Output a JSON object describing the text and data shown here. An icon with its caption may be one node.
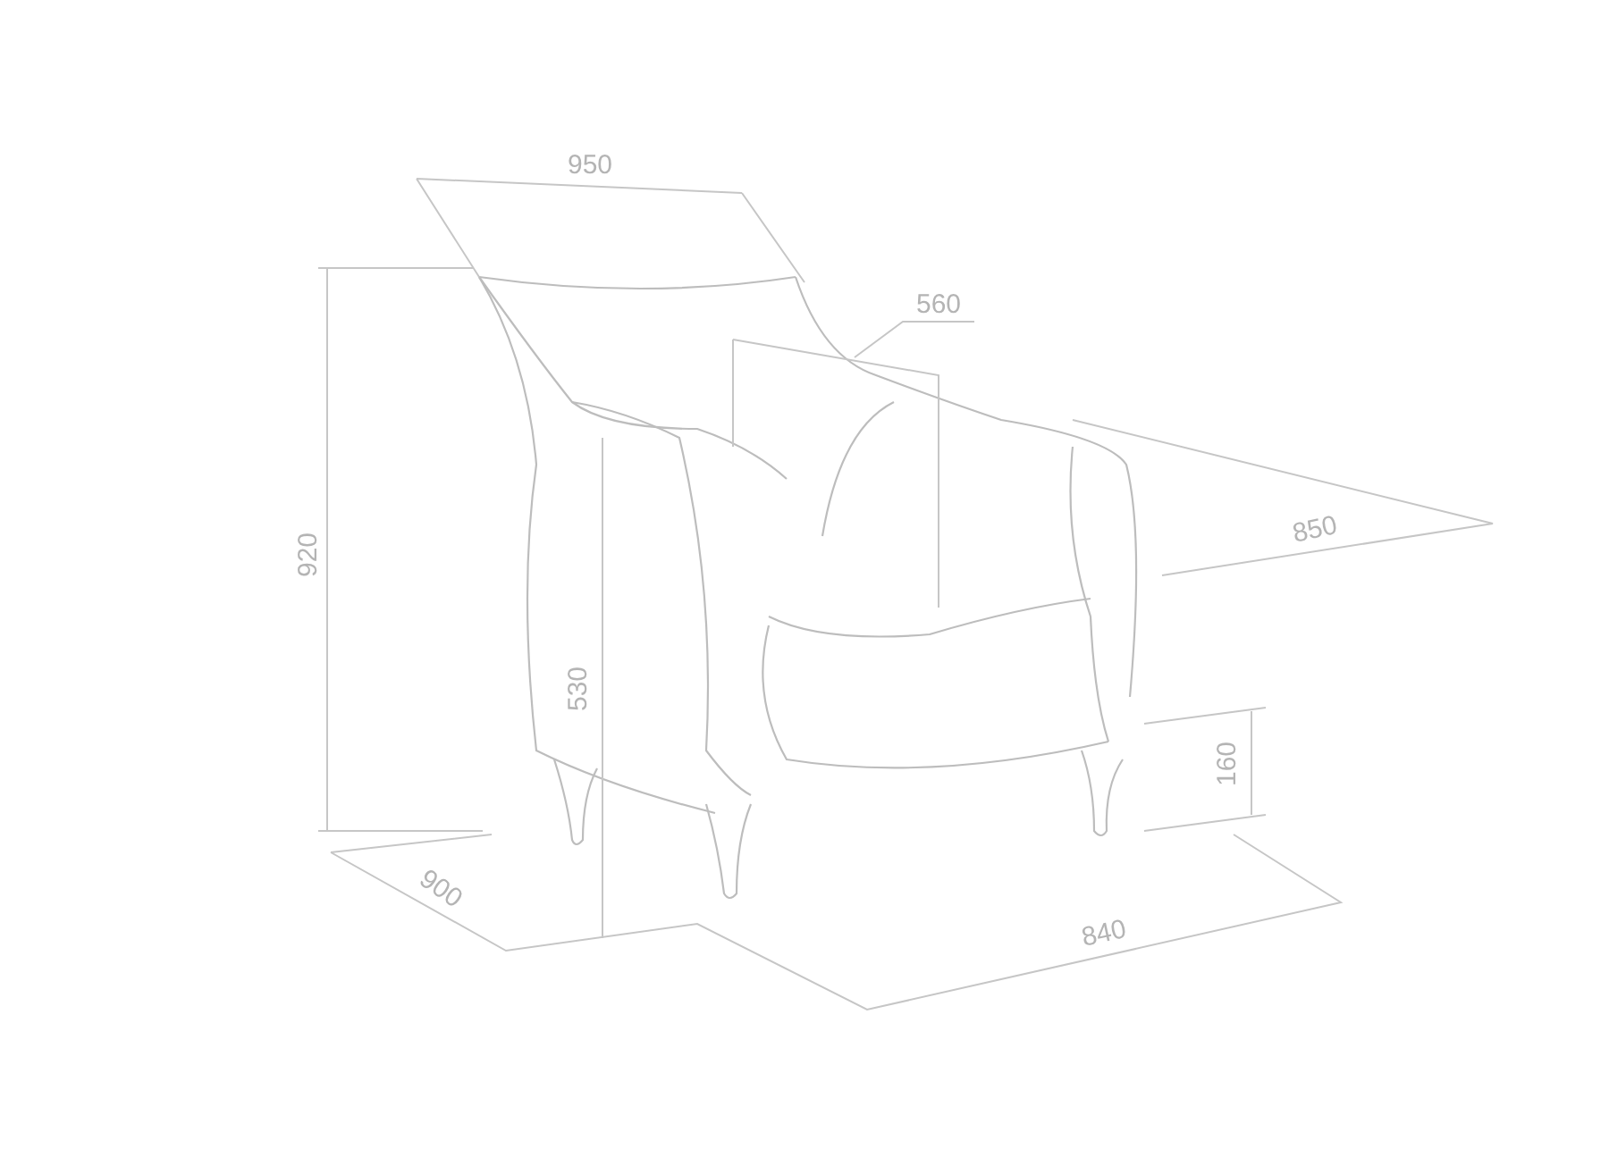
{
  "diagram": {
    "labels": [
      "950",
      "560",
      "920",
      "850",
      "530",
      "160",
      "900",
      "840"
    ]
  }
}
